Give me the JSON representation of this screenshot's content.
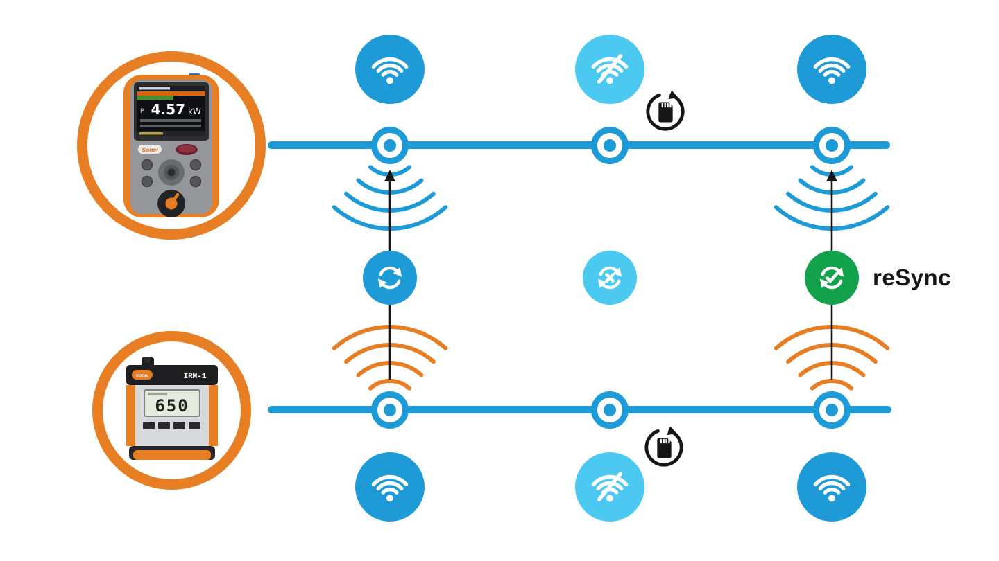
{
  "labels": {
    "resync": "reSync"
  },
  "devices": {
    "analyzer": {
      "brand": "Sonel",
      "screen_value": "4.57",
      "screen_unit": "kW"
    },
    "recorder": {
      "brand": "sonel",
      "model": "IRM-1",
      "display_value": "650"
    }
  },
  "columns": [
    {
      "position": "left",
      "top_wifi": "wifi-on",
      "bottom_wifi": "wifi-on",
      "sync_state": "syncing",
      "radio_link": "active"
    },
    {
      "position": "middle",
      "top_wifi": "wifi-off",
      "bottom_wifi": "wifi-off",
      "sync_state": "sync-failed",
      "radio_link": "none",
      "sd_card_backup": true
    },
    {
      "position": "right",
      "top_wifi": "wifi-on",
      "bottom_wifi": "wifi-on",
      "sync_state": "sync-success",
      "radio_link": "active",
      "label": "reSync"
    }
  ],
  "colors": {
    "blue": "#1E9BD7",
    "light_blue": "#4CC9F1",
    "orange": "#E87E23",
    "green": "#12A24B",
    "ink": "#161616"
  }
}
